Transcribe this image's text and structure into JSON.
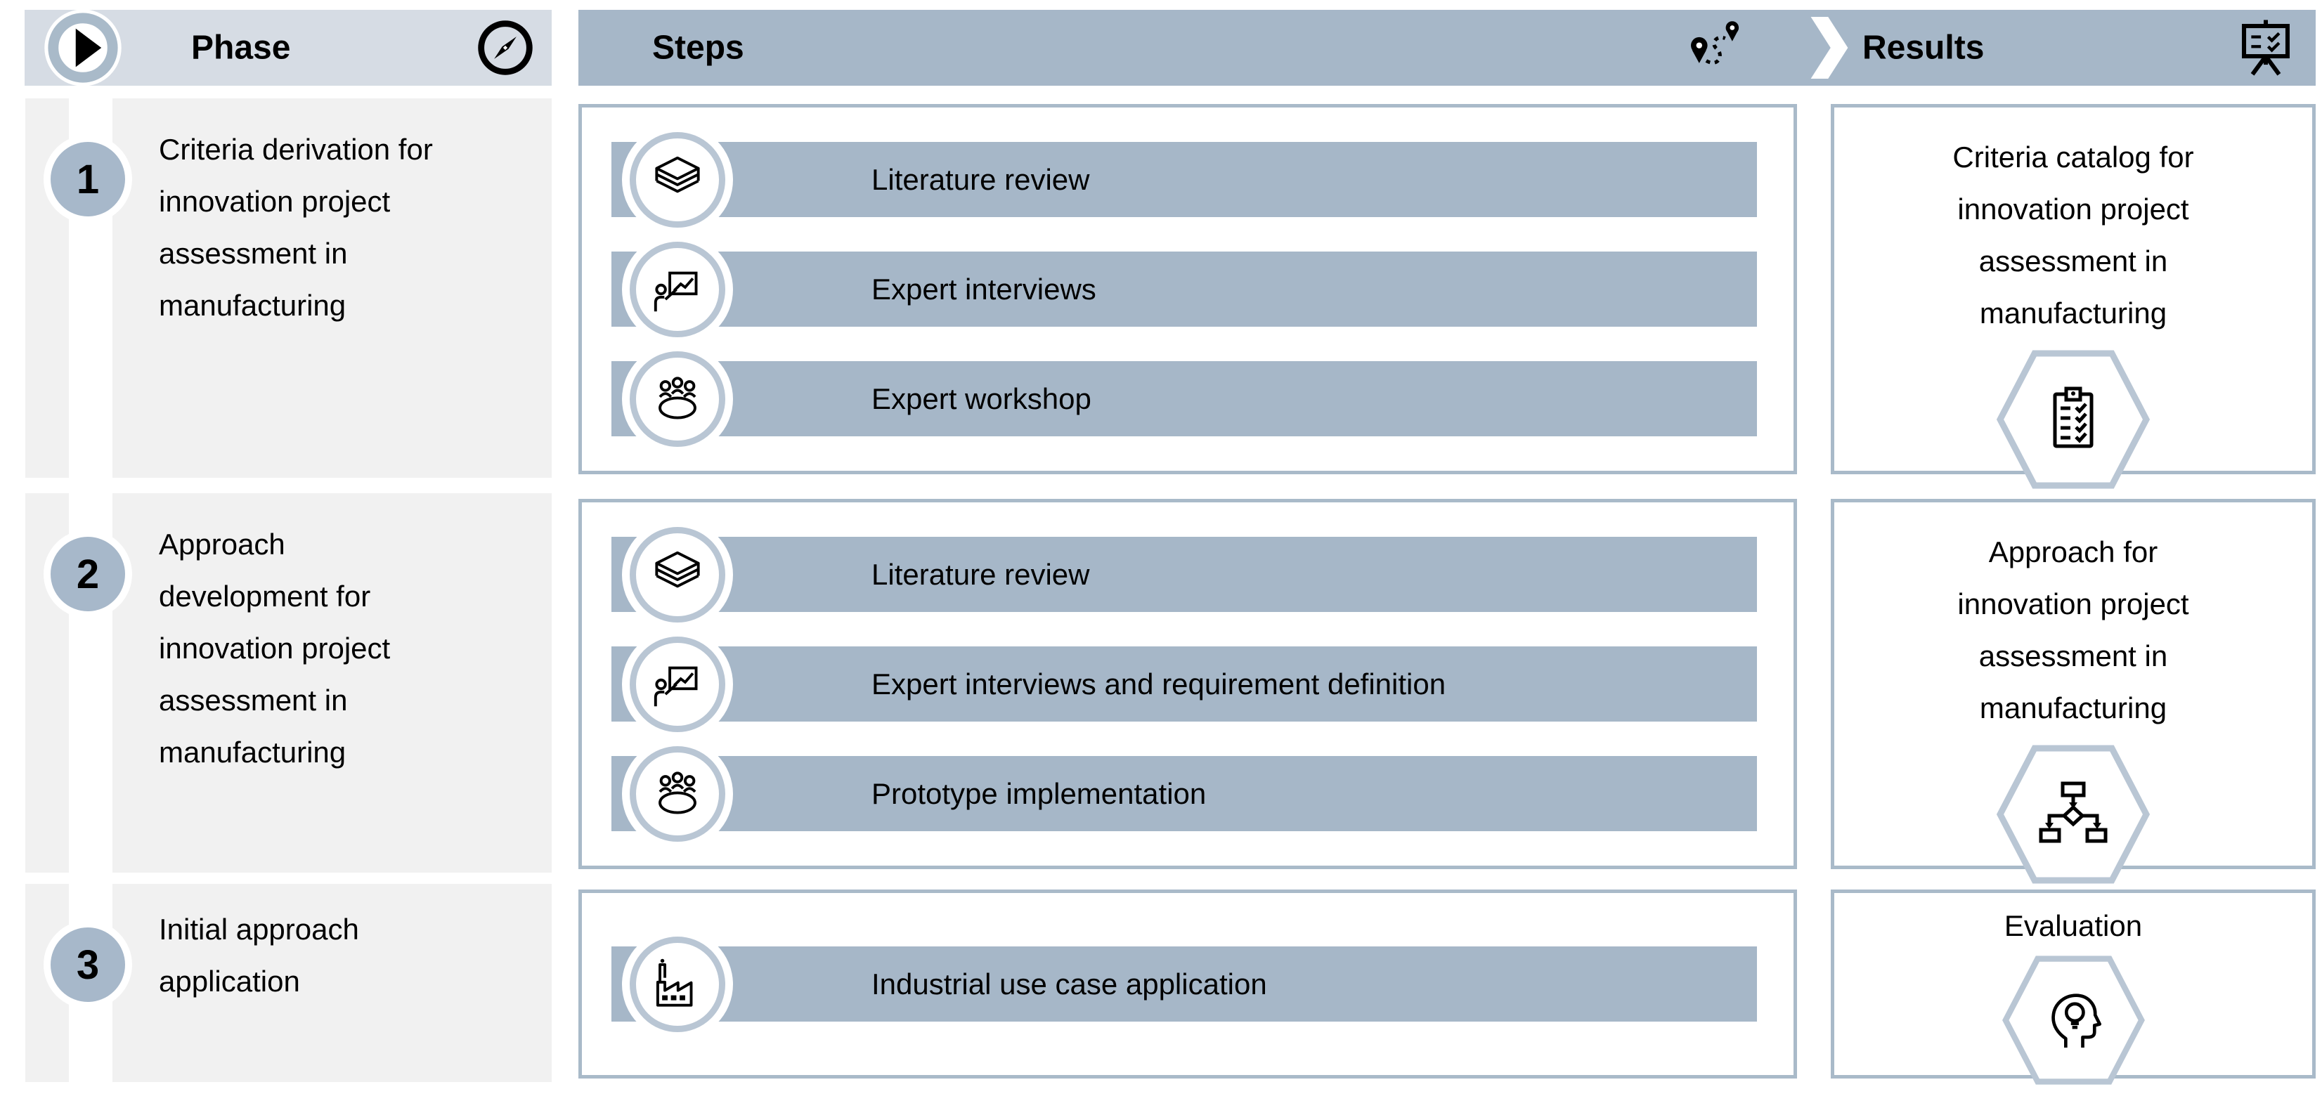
{
  "header": {
    "phase": {
      "label": "Phase",
      "left_icon": "play-circle-icon",
      "right_icon": "compass-icon"
    },
    "steps": {
      "label": "Steps",
      "right_icon": "route-map-pins-icon"
    },
    "results": {
      "label": "Results",
      "right_icon": "presentation-board-checklist-icon"
    }
  },
  "phases": [
    {
      "number": "1",
      "title_lines": [
        "Criteria derivation for",
        "innovation project",
        "assessment in",
        "manufacturing"
      ],
      "steps": [
        {
          "icon": "books-stack-icon",
          "label": "Literature review"
        },
        {
          "icon": "expert-interview-icon",
          "label": "Expert interviews"
        },
        {
          "icon": "workshop-icon",
          "label": "Expert workshop"
        }
      ],
      "result": {
        "lines": [
          "Criteria catalog for",
          "innovation project",
          "assessment in",
          "manufacturing"
        ],
        "icon": "clipboard-checklist-icon"
      }
    },
    {
      "number": "2",
      "title_lines": [
        "Approach",
        "development for",
        "innovation project",
        "assessment in",
        "manufacturing"
      ],
      "steps": [
        {
          "icon": "books-stack-icon",
          "label": "Literature review"
        },
        {
          "icon": "expert-interview-icon",
          "label": "Expert interviews and requirement definition"
        },
        {
          "icon": "workshop-icon",
          "label": "Prototype implementation"
        }
      ],
      "result": {
        "lines": [
          "Approach for",
          "innovation project",
          "assessment in",
          "manufacturing"
        ],
        "icon": "flowchart-icon"
      }
    },
    {
      "number": "3",
      "title_lines": [
        "Initial approach",
        "application"
      ],
      "steps": [
        {
          "icon": "factory-icon",
          "label": "Industrial use case application"
        }
      ],
      "result": {
        "lines": [
          "Evaluation"
        ],
        "icon": "head-idea-icon"
      }
    }
  ],
  "colors": {
    "header_bar_blue": "#a6b7c8",
    "phase_header_gray": "#d6dce4",
    "phase_panel_gray": "#f1f1f1",
    "panel_border_blue": "#a9bac9",
    "accent_ring_blue": "#b9c6d4",
    "step_bar_blue": "#a6b7c8",
    "number_circle_blue": "#a7b8ca",
    "text_black": "#000000"
  }
}
